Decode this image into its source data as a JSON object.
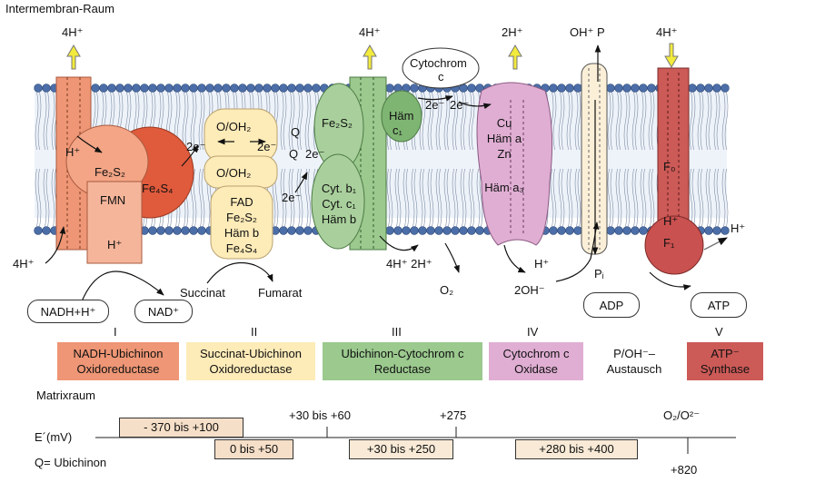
{
  "regions": {
    "intermembrane": "Intermembran-Raum",
    "matrix": "Matrixraum"
  },
  "top_ions": {
    "c1": "4H⁺",
    "c3": "4H⁺",
    "c4": "2H⁺",
    "pi": "OH⁺ P",
    "c5": "4H⁺"
  },
  "cytochrome_c": {
    "line1": "Cytochrom",
    "line2": "c"
  },
  "complex1": {
    "h_left": "H⁺",
    "fes": "Fe₂S₂",
    "fmn": "FMN",
    "fe4s4": "Fe₄S₄",
    "h_bottom": "H⁺",
    "h_in": "4H⁺",
    "nadh": "NADH+H⁺",
    "nad": "NAD⁺"
  },
  "complex2": {
    "o1": "O/OH₂",
    "o2": "O/OH₂",
    "fad": "FAD",
    "fes": "Fe₂S₂",
    "heme": "Häm b",
    "fe4s4": "Fe₄S₄",
    "e1": "2e⁻",
    "e2": "2e⁻",
    "succinat": "Succinat",
    "fumarat": "Fumarat"
  },
  "complex3": {
    "q1": "Q",
    "q2": "Q",
    "e1": "2e⁻",
    "e2": "2e⁻",
    "fes": "Fe₂S₂",
    "cytb": "Cyt. b₁",
    "cytc": "Cyt. c₁",
    "heme": "Häm b",
    "hc1": "Häm",
    "hc1b": "c₁",
    "e3": "2e⁻",
    "e4": "2e⁻",
    "h_out": "4H⁺ 2H⁺"
  },
  "complex4": {
    "cu": "Cu",
    "hema": "Häm a",
    "zn": "Zn",
    "hema3": "Häm a₃",
    "h": "H⁺",
    "o2": "O₂",
    "oh": "2OH⁻"
  },
  "antiporter": {
    "pi": "Pᵢ",
    "adp": "ADP"
  },
  "complex5": {
    "f0": "F₀",
    "h": "H⁺",
    "f1": "F₁",
    "h_out": "H⁺",
    "atp": "ATP"
  },
  "numerals": [
    "I",
    "II",
    "III",
    "IV",
    "V"
  ],
  "legend": [
    {
      "line1": "NADH-Ubichinon",
      "line2": "Oxidoreductase",
      "color": "#ee9675"
    },
    {
      "line1": "Succinat-Ubichinon",
      "line2": "Oxidoreductase",
      "color": "#fdebb8"
    },
    {
      "line1": "Ubichinon-Cytochrom c",
      "line2": "Reductase",
      "color": "#9bc98e"
    },
    {
      "line1": "Cytochrom c",
      "line2": "Oxidase",
      "color": "#e0aed3"
    },
    {
      "line1": "P/OH⁻–",
      "line2": "Austausch",
      "color": "#ffffff"
    },
    {
      "line1": "ATP⁻",
      "line2": "Synthase",
      "color": "#cc5a57"
    }
  ],
  "potential": {
    "axis_label": "E´(mV)",
    "q_note": "Q= Ubichinon",
    "ranges": [
      "- 370 bis +100",
      "0 bis +50",
      "+30 bis +250",
      "+280 bis +400"
    ],
    "ticks": [
      "+30 bis +60",
      "+275",
      "O₂/O²⁻",
      "+820"
    ]
  },
  "colors": {
    "membrane_head": "#4c6ea8",
    "c1": "#ee9675",
    "c2": "#fdebb8",
    "c3": "#9bc98e",
    "c4": "#e0aed3",
    "c5": "#cc5a57",
    "arrow": "#f2ea3c"
  }
}
